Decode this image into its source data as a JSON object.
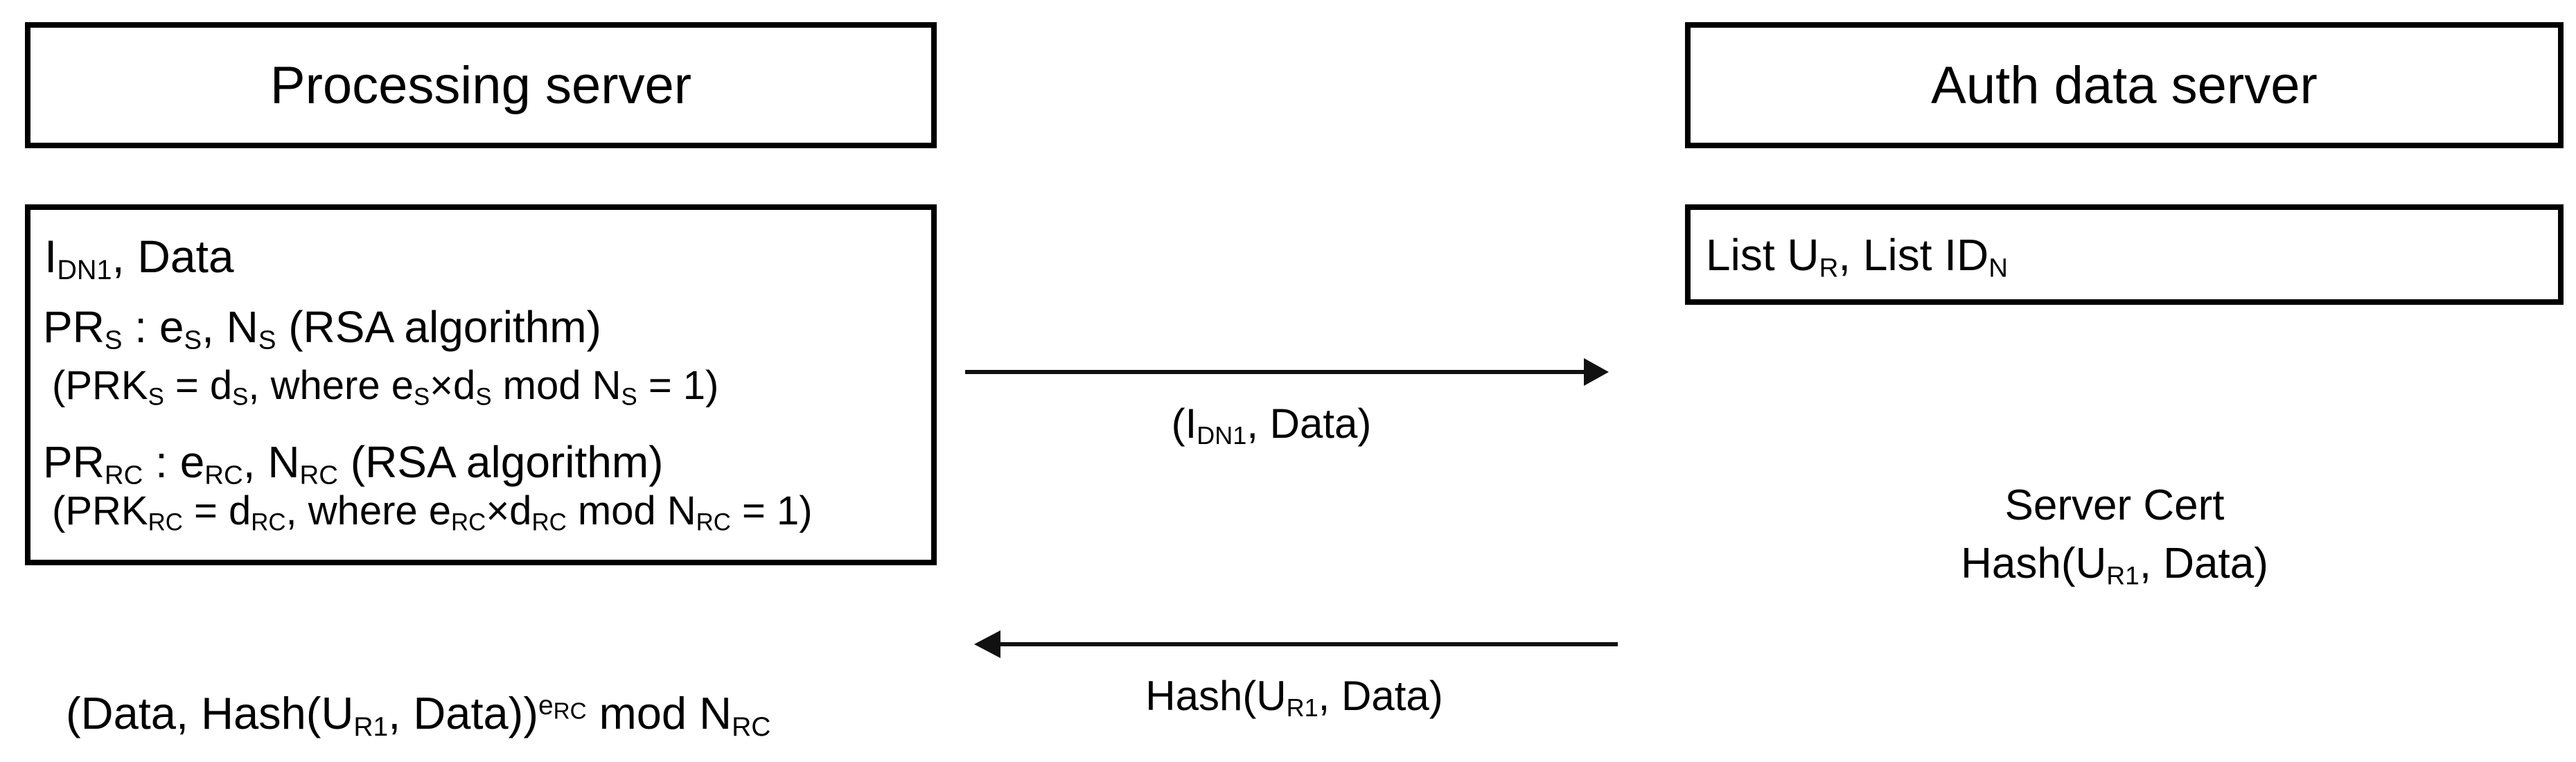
{
  "diagram": {
    "colors": {
      "ink": "#000000",
      "background": "#ffffff",
      "arrow": "#111111"
    },
    "left_actor": {
      "title": "Processing server"
    },
    "right_actor": {
      "title": "Auth data server"
    },
    "left_box": {
      "lines": [
        {
          "text": "I_{DN1}, Data"
        },
        {
          "text": "PR_{S} : e_{S}, N_{S} (RSA algorithm)"
        },
        {
          "text": "(PRK_{S} = d_{S}, where e_{S}×d_{S} mod N_{S} = 1)"
        },
        {
          "text": "PR_{RC} : e_{RC}, N_{RC} (RSA algorithm)"
        },
        {
          "text": "(PRK_{RC} = d_{RC}, where e_{RC}×d_{RC} mod N_{RC} = 1)"
        }
      ]
    },
    "right_box": {
      "text": "List U_{R}, List ID_{N}"
    },
    "message_right": {
      "label": "(I_{DN1}, Data)"
    },
    "server_note": {
      "line1": "Server Cert",
      "line2": "Hash(U_{R1}, Data)"
    },
    "message_left": {
      "label": "Hash(U_{R1}, Data)"
    },
    "bottom_formula": "(Data, Hash(U_{R1}, Data))^{e_{RC}} mod N_{RC}"
  }
}
